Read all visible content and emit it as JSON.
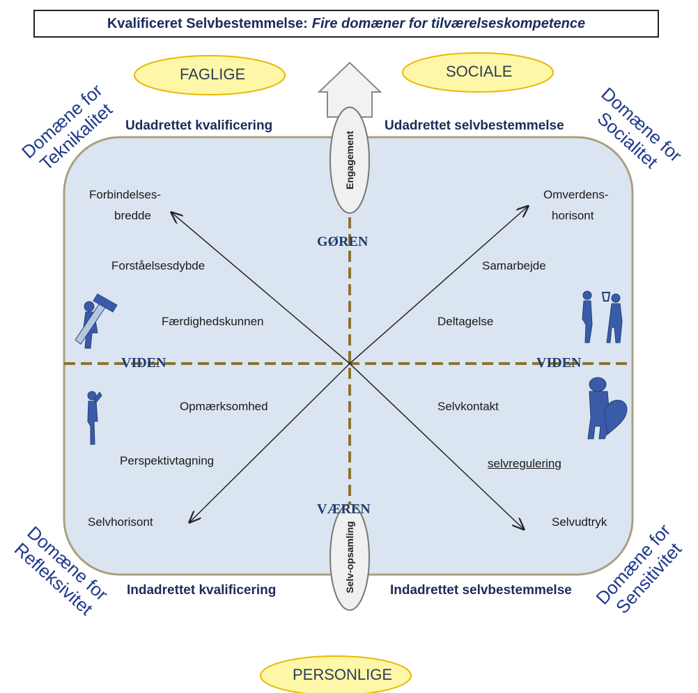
{
  "title": {
    "main": "Kvalificeret Selvbestemmelse:",
    "subtitle": "Fire domæner for tilværelseskompetence"
  },
  "ovals": {
    "top_left": "FAGLIGE",
    "top_right": "SOCIALE",
    "bottom": "PERSONLIGE"
  },
  "domains": {
    "top_left": "Domæne for Teknikalitet",
    "top_right": "Domæne for Socialitet",
    "bottom_left": "Domæne for Refleksivitet",
    "bottom_right": "Domæne for Sensitivitet"
  },
  "headings": {
    "top_left": "Udadrettet kvalificering",
    "top_right": "Udadrettet selvbestemmelse",
    "bottom_left": "Indadrettet kvalificering",
    "bottom_right": "Indadrettet selvbestemmelse"
  },
  "axes": {
    "top": "GØREN",
    "bottom": "VÆREN",
    "left": "VIDEN",
    "right": "VIDEN",
    "top_oval": "Engagement",
    "bottom_oval": "Selv-opsamling"
  },
  "items": {
    "q1": [
      "Forbindelses-",
      "bredde",
      "Forståelsesdybde",
      "Færdighedskunnen"
    ],
    "q2": [
      "Omverdens-",
      "horisont",
      "Samarbejde",
      "Deltagelse"
    ],
    "q3": [
      "Opmærksomhed",
      "Perspektivtagning",
      "Selvhorisont"
    ],
    "q4": [
      "Selvkontakt",
      "selvregulering",
      "Selvudtryk"
    ]
  },
  "colors": {
    "panel_fill": "#dbe5f1",
    "panel_border": "#a8a080",
    "dashed_axis": "#8b7332",
    "oval_fill": "#fff7a8",
    "oval_border": "#e8b800",
    "domain_text": "#1f3a8a"
  }
}
